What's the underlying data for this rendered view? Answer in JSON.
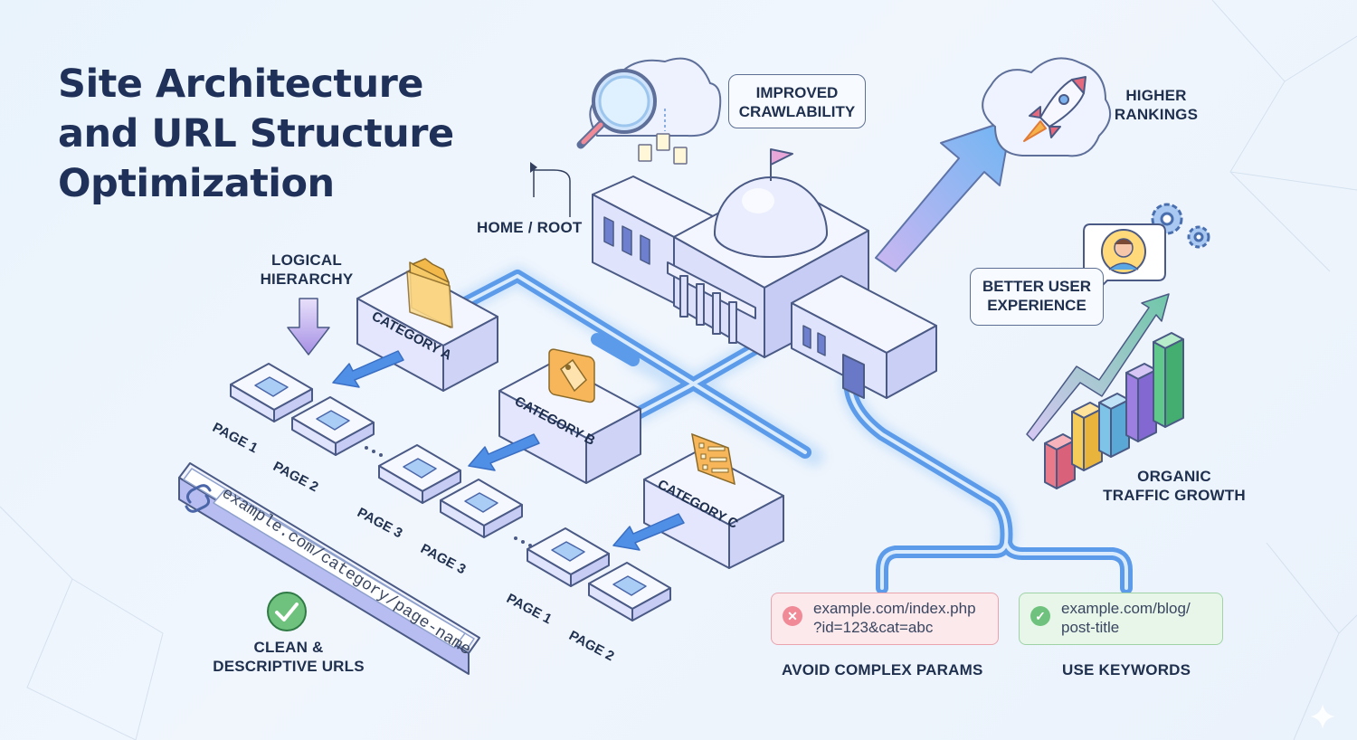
{
  "title_lines": [
    "Site Architecture",
    "and URL Structure",
    "Optimization"
  ],
  "labels": {
    "home_root": "HOME / ROOT",
    "improved_crawlability": [
      "IMPROVED",
      "CRAWLABILITY"
    ],
    "higher_rankings": [
      "HIGHER",
      "RANKINGS"
    ],
    "logical_hierarchy": [
      "LOGICAL",
      "HIERARCHY"
    ],
    "better_user_experience": [
      "BETTER USER",
      "EXPERIENCE"
    ],
    "organic_traffic_growth": [
      "ORGANIC",
      "TRAFFIC GROWTH"
    ],
    "clean_urls": [
      "CLEAN &",
      "DESCRIPTIVE URLS"
    ],
    "avoid_complex_params": "AVOID COMPLEX PARAMS",
    "use_keywords": "USE KEYWORDS"
  },
  "categories": [
    "CATEGORY A",
    "CATEGORY B",
    "CATEGORY C"
  ],
  "pages": {
    "a": [
      "PAGE 1",
      "PAGE 2"
    ],
    "b": [
      "PAGE 3",
      "PAGE 3"
    ],
    "c": [
      "PAGE 1",
      "PAGE 2"
    ]
  },
  "address_bar": {
    "url": "example.com/category/page-name",
    "icon": "link-icon"
  },
  "bad_url": {
    "line1": "example.com/index.php",
    "line2": "?id=123&cat=abc",
    "icon": "x-icon"
  },
  "good_url": {
    "line1": "example.com/blog/",
    "line2": "post-title",
    "icon": "check-icon"
  },
  "icons": [
    "magnifier-icon",
    "cloud-icon",
    "rocket-icon",
    "folder-icon",
    "tag-icon",
    "list-icon",
    "gear-icon",
    "avatar-icon",
    "bar-chart-icon",
    "check-icon",
    "document-icon",
    "sparkle-icon"
  ],
  "colors": {
    "title": "#1f3158",
    "path": "#5b9bea",
    "arrow": "#4f8fe6",
    "bars": [
      "#e87a8a",
      "#f5cc5a",
      "#7ec3e8",
      "#9c7fe0",
      "#5fc88a"
    ]
  }
}
